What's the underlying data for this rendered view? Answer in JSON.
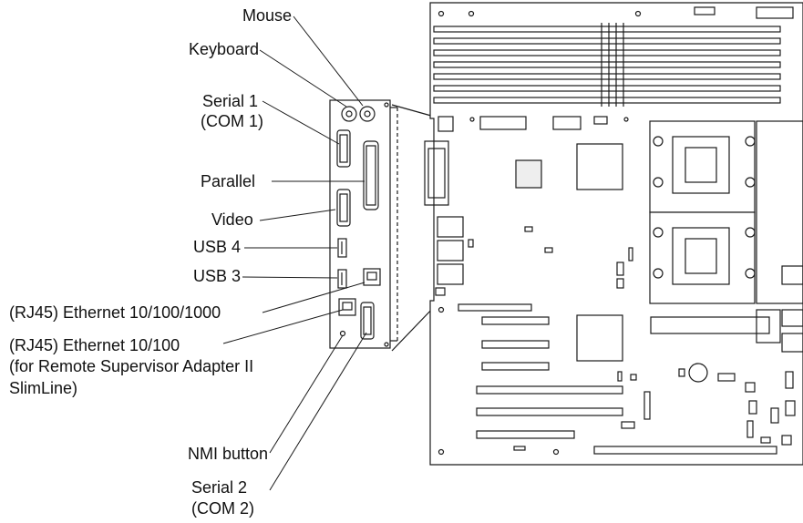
{
  "labels": {
    "mouse": "Mouse",
    "keyboard": "Keyboard",
    "serial1": "Serial 1",
    "serial1_sub": "(COM 1)",
    "parallel": "Parallel",
    "video": "Video",
    "usb4": "USB 4",
    "usb3": "USB 3",
    "eth1000": "(RJ45) Ethernet 10/100/1000",
    "eth100": "(RJ45) Ethernet 10/100",
    "eth100_sub1": "(for Remote Supervisor Adapter II",
    "eth100_sub2": "SlimLine)",
    "nmi": "NMI button",
    "serial2": "Serial 2",
    "serial2_sub": "(COM 2)"
  },
  "colors": {
    "line": "#1a1a1a",
    "fill": "#ffffff",
    "shade": "#d9d9d9"
  }
}
